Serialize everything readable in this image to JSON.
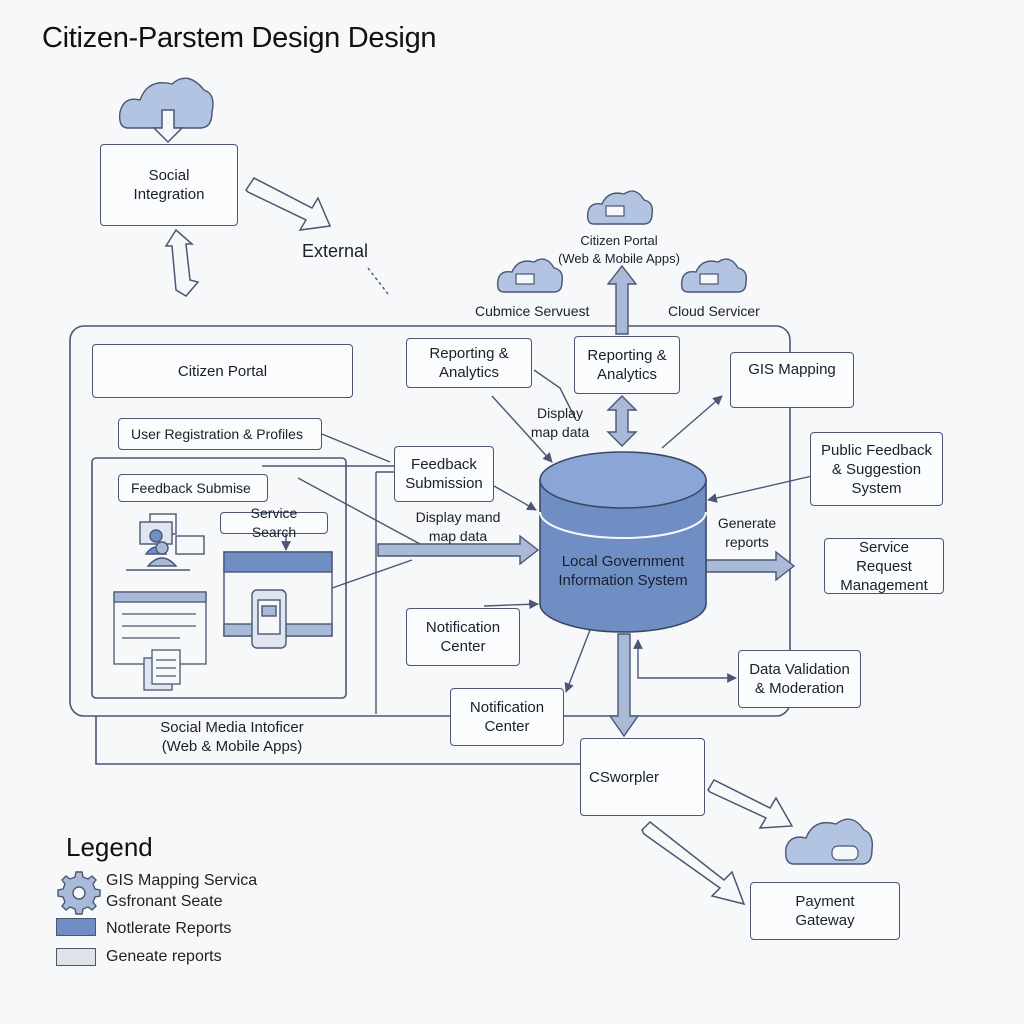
{
  "title": "Citizen-Parstem Design Design",
  "nodes": {
    "social_integration": "Social\nIntegration",
    "external": "External",
    "citizen_portal_top": "Citizen Portal\n(Web & Mobile Apps)",
    "cubmice": "Cubmice Servuest",
    "cloud_servicer": "Cloud Servicer",
    "citizen_portal": "Citizen Portal",
    "user_registration": "User Registration & Profiles",
    "feedback_submise": "Feedback Submise",
    "service_search": "Service Search",
    "reporting_analytics_1": "Reporting &\nAnalytics",
    "reporting_analytics_2": "Reporting &\nAnalytics",
    "display_map_data": "Display\nmap data",
    "gis_mapping": "GIS Mapping",
    "feedback_submission": "Feedback\nSubmission",
    "display_mand": "Display mand\nmap data",
    "public_feedback": "Public Feedback\n& Suggestion\nSystem",
    "core_system": "Local Government\nInformation System",
    "generate_reports": "Generate\nreports",
    "service_request": "Service Request\nManagement",
    "notification_center_1": "Notification\nCenter",
    "notification_center_2": "Notification\nCenter",
    "data_validation": "Data Validation\n& Moderation",
    "social_media": "Social Media Intoficer\n(Web & Mobile Apps)",
    "cs_worpler": "CSworpler",
    "payment_gateway": "Payment\nGateway"
  },
  "legend": {
    "title": "Legend",
    "items": [
      {
        "label": "GIS Mapping Servica\nGsfronant Seate",
        "icon": "gear-icon"
      },
      {
        "label": "Notlerate Reports",
        "color": "#6f8ec4"
      },
      {
        "label": "Geneate reports",
        "color": "#dfe3e6"
      }
    ]
  },
  "colors": {
    "line": "#4a5674",
    "arrow_fill": "#a9bad9",
    "cylinder_fill": "#6f8ec4",
    "cylinder_top": "#8ba6d6",
    "cloud_fill": "#b3c3e2"
  }
}
